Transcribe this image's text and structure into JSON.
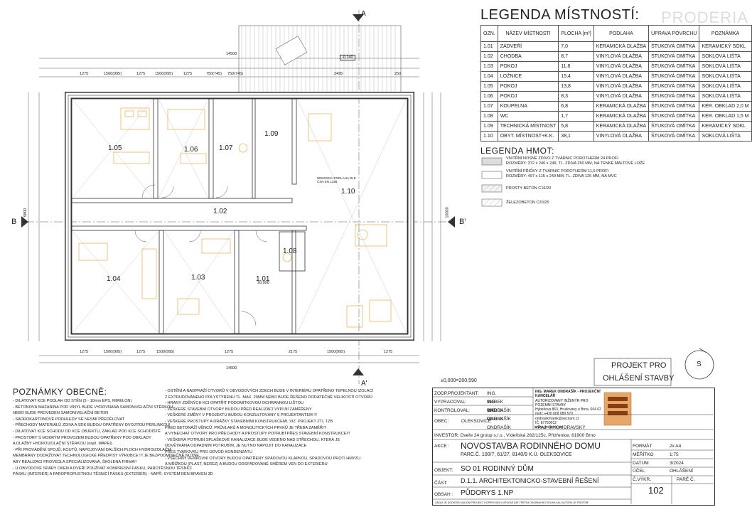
{
  "legend_rooms": {
    "title": "LEGENDA MÍSTNOSTÍ:",
    "headers": [
      "OZN.",
      "NÁZEV MÍSTNOSTI",
      "PLOCHA [m²]",
      "PODLAHA",
      "ÚPRAVA POVRCHU",
      "POZNÁMKA"
    ],
    "rows": [
      [
        "1.01",
        "ZÁDVEŘÍ",
        "7,0",
        "KERAMICKÁ DLAŽBA",
        "ŠTUKOVÁ OMÍTKA",
        "KERAMICKÝ SOKL"
      ],
      [
        "1.02",
        "CHODBA",
        "8,7",
        "VINYLOVÁ DLAŽBA",
        "ŠTUKOVÁ OMÍTKA",
        "SOKLOVÁ LIŠTA"
      ],
      [
        "1.03",
        "POKOJ",
        "11,8",
        "VINYLOVÁ DLAŽBA",
        "ŠTUKOVÁ OMÍTKA",
        "SOKLOVÁ LIŠTA"
      ],
      [
        "1.04",
        "LOŽNICE",
        "15,4",
        "VINYLOVÁ DLAŽBA",
        "ŠTUKOVÁ OMÍTKA",
        "SOKLOVÁ LIŠTA"
      ],
      [
        "1.05",
        "POKOJ",
        "13,8",
        "VINYLOVÁ DLAŽBA",
        "ŠTUKOVÁ OMÍTKA",
        "SOKLOVÁ LIŠTA"
      ],
      [
        "1.06",
        "POKOJ",
        "8,3",
        "VINYLOVÁ DLAŽBA",
        "ŠTUKOVÁ OMÍTKA",
        "SOKLOVÁ LIŠTA"
      ],
      [
        "1.07",
        "KOUPELNA",
        "6,8",
        "KERAMICKÁ DLAŽBA",
        "ŠTUKOVÁ OMÍTKA",
        "KER. OBKLAD 2,0 M"
      ],
      [
        "1.08",
        "WC",
        "1,7",
        "KERAMICKÁ DLAŽBA",
        "ŠTUKOVÁ OMÍTKA",
        "KER. OBKLAD 1,5 M"
      ],
      [
        "1.09",
        "TECHNICKÁ MÍSTNOST",
        "5,8",
        "KERAMICKÁ DLAŽBA",
        "ŠTUKOVÁ OMÍTKA",
        "KERAMICKÝ SOKL"
      ],
      [
        "1.10",
        "OBYT. MÍSTNOST+K.K.",
        "38,1",
        "VINYLOVÁ DLAŽBA",
        "ŠTUKOVÁ OMÍTKA",
        "SOKLOVÁ LIŠTA"
      ]
    ]
  },
  "legend_materials": {
    "title": "LEGENDA HMOT:",
    "items": [
      {
        "lines": [
          "VNITŘNÍ NOSNÉ ZDIVO Z TVÁRNIC POROTHERM 24 PROFI",
          "ROZMĚRY: 372 x 240 x 249, TL. ZDIVA 250 MM, NA TENKÉ MALTOVÉ LOŽE"
        ]
      },
      {
        "lines": [
          "VNITŘNÍ PŘÍČKY Z TVÁRNIC POROTHERM 11,5 PROFI",
          "ROZMĚRY: 497 x 115 x 249 MM, TL. ZDIVA 125 MM, NA MVC"
        ]
      },
      {
        "lines": [
          "PROSTÝ BETON C16/20"
        ]
      },
      {
        "lines": [
          "ŽELEZOBETON C20/25"
        ]
      }
    ]
  },
  "watermark": "PRODERIA",
  "plan": {
    "rooms": [
      {
        "id": "1.05",
        "label": "1.05"
      },
      {
        "id": "1.06",
        "label": "1.06"
      },
      {
        "id": "1.07",
        "label": "1.07"
      },
      {
        "id": "1.09",
        "label": "1.09"
      },
      {
        "id": "1.10",
        "label": "1.10"
      },
      {
        "id": "1.02",
        "label": "1.02"
      },
      {
        "id": "1.04",
        "label": "1.04"
      },
      {
        "id": "1.03",
        "label": "1.03"
      },
      {
        "id": "1.01",
        "label": "1.01"
      },
      {
        "id": "1.08",
        "label": "1.08"
      }
    ],
    "section_a": "A",
    "section_a2": "A'",
    "section_b": "B",
    "section_b2": "B'",
    "total_width": "14500",
    "total_depth": "9800",
    "total_depth_inner": "10000",
    "top_dims": [
      "1275",
      "1500(995)",
      "1275",
      "1500(995)",
      "1275",
      "750(745)",
      "750(745)",
      "2495",
      "250"
    ],
    "bottom_dims": [
      "1275",
      "1500(995)",
      "1275",
      "1500(995)",
      "1275",
      "2175",
      "1500(995)",
      "1275"
    ],
    "elevation_note": "±0,000=200,590",
    "terrace_mark": "-0,140",
    "entry_mark": "±0,000",
    "room_note": "NENOSNÁ PODLAHA DLE ČSN EN 1338"
  },
  "project_box": {
    "line1": "PROJEKT PRO",
    "line2": "OHLÁŠENÍ STAVBY"
  },
  "north": "S",
  "notes": {
    "title": "POZNÁMKY OBECNĚ:",
    "col1": [
      "- DILATOVAT KCE PODLAH OD STĚN (5 - 10mm EPS, MIRELON)",
      "- BETONOVÁ MAZANINA POD VINYL BUDE VYROVNÁNA SAMONIVELAČNÍ STĚRKOU",
      "  NEBO BUDE PROVEDEN SAMONIVELAČNÍ BETON",
      "- SÁDROKARTONOVÉ PODHLEDY SE NESMÍ PŘEDĚLOVAT",
      "- PŘECHODY MATERIÁLŮ ZDIVA A SDK BUDOU OPATŘENY DVOJITOU PERLINKOU!",
      "- DILATOVAT KCE SCHODU OD KCE OBJEKTU, ZÁKLAD POD KCE SCHODIŠTĚ",
      "- PROSTORY S MOKRÝM PROVOZEM BUDOU OPATŘENY POD OBKLADY",
      "  A DLAŽBY HYDROIZOLAČNÍ STĚRKOU (např. MAPEI)",
      "- PŘI PROVÁDĚNÍ SPOJŮ, KOUTŮ, NAPOJOVÁNÍ DALŠÍCH PLOCH HYDROIZOLAČNÍ",
      "  MEMBRÁNY DODRŽOVAT TECHNOLOGICKÉ PŘEDPISY VÝROBCE !!! JE BEZPODMÍNEČNĚ NUTNÉ,",
      "  ABY REALIZACI PROVEDLA SPECIALIZOVANÁ, ŠKOLENÁ FIRMA!!",
      "- U OBVODOVÉ SPÁRY OKEN A DVEŘÍ POUŽÍVAT KOMPRESNÍ PÁSKU, PAROTĚSNOU TĚSNÍCÍ",
      "  PÁSKU (INTERIÉR) A PAROPROPUSTNOU TĚSNÍCÍ PÁSKU (EXTERIÉR) - NAPŘ. SYSTÉM DEN BRAVEN 3D"
    ],
    "col2": [
      "- OSTĚNÍ A NADPRAŽÍ OTVORŮ V OBVODOVÝCH ZDECH BUDE V INTERIÉRU OPATŘENO TEPELNOU IZOLACÍ",
      "  Z EXTRUDOVANÉHO POLYSTYRENU TL. MAX. 20MM NEBO BUDE ŘEŠENO DODATEČNĚ VELIKOSTÍ OTVORŮ",
      "- HRANY ZDĚNÝCH KCI OPATŘIT PODOMÍTKOVOU OCHRANNOU LIŠTOU",
      "- VEŠKERÉ STAVEBNÍ OTVORY BUDOU PŘED REALIZACÍ VÝPLNÍ ZAMĚŘENY",
      "- VEŠKERÉ ZMĚNY V PROJEKTU BUDOU KONZULTOVÁNY S PROJEKTANTEM !!!",
      "- VEŠKERÉ PROSTUPY A DRÁŽKY STAVEBNÍMI KONSTRUKCEMI, VIZ. PROJEKT ZTI, TZB",
      "  PŘED BETONÁŽÍ VĚNCŮ, PRŮVLAKŮ A MONOLITICKÝCH PRVKŮ JE TŘEBA ZAMĚŘIT",
      "  A VYNECHAT OTVORY PRO PŘECHODY A PROSTUPY POTRUBÍ PŘES STAVEBNÍ KONSTRUKCE!!!",
      "- VEŠKERÁ POTRUBÍ SPLAŠKOVÉ KANALIZACE BUDE VEDENO NAD STŘECHOU, KTERÁ JE",
      "  ODVĚTRÁNA ODPADNÍM POTRUBÍM, JE NUTNO NAPOJIT DO KANALIZACE",
      "  PŘES TVAROVKU PRO ODVOD KONDENZÁTU",
      "- VŠECHNY VENKOVNÍ OTVORY BUDOU OPATŘENY SPÁDOVOU KLAPKOU, SPÁDOVOU PROTI HMYZU",
      "  A MŘÍŽKOU (PLAST, NEREZ) A BUDOU ODSPÁDOVANÉ SMĚREM VEN DO EXTERIÉRU"
    ]
  },
  "title_block": {
    "rows": [
      {
        "k": "ZODP.PROJEKTANT:",
        "v": "ING. MAREK ONDRAŠÍK"
      },
      {
        "k": "VYPRACOVAL:",
        "v": "ING. MAREK ONDRAŠÍK"
      },
      {
        "k": "KONTROLOVAL:",
        "v": "ING. MAREK ONDRAŠÍK"
      }
    ],
    "company": "ING. MAREK ONDRAŠÍK - PROJEKČNÍ KANCELÁŘ",
    "company_sub": "AUTORIZOVANÝ INŽENÝR PRO POZEMNÍ STAVBY",
    "company_addr": "Hybešova 863, Hrušovany u Brna, 664 62",
    "company_mob": "mob: +420 608 080 570",
    "company_mail": "ondrasikmarek@seznam.cz",
    "company_ic": "IČ: 87750012",
    "company_web": "www.prokamo.cz",
    "obec_k": "OBEC:",
    "obec_v": "OLEKSOVICE",
    "kraj_k": "KRAJ:",
    "kraj_v": "JIHOMORAVSKÝ",
    "investor_k": "INVESTOR:",
    "investor_v": "Dveře 24 group s.r.o., Vídeňská 262/125c, Přízřenice, 61900 Brno",
    "akce_k": "AKCE :",
    "akce_v": "NOVOSTAVBA RODINNÉHO DOMU",
    "akce_sub": "PARC.Č. 100/7, 61/27, 8140/9 K.Ú. OLEKSOVICE",
    "objekt_k": "OBJEKT:",
    "objekt_v": "SO 01 RODINNÝ DŮM",
    "cast_k": "ČÁST:",
    "cast_v": "D.1.1. ARCHITEKTONICKO-STAVEBNÍ ŘEŠENÍ",
    "obsah_k": "OBSAH :",
    "obsah_v": "PŮDORYS 1.NP",
    "format_k": "FORMÁT",
    "format_v": "2x A4",
    "meritko_k": "MĚŘÍTKO",
    "meritko_v": "1:75",
    "datum_k": "DATUM",
    "datum_v": "3/2024",
    "ucel_k": "ÚČEL",
    "ucel_v": "OHLÁŠENÍ",
    "cvykr_k": "Č.VÝKR.",
    "pare_k": "PARÉ Č.",
    "cvykr_v": "102",
    "footer": "ZÁKAZ JE DODRŽEN VALIDNÍ PROJEKT, KOPÍROVÁNÍ A VĚDOMÍ DAT TŘETÍM OSOBÁM BEZ SOUHLASU AUTORA JE TRESTNÉ"
  }
}
